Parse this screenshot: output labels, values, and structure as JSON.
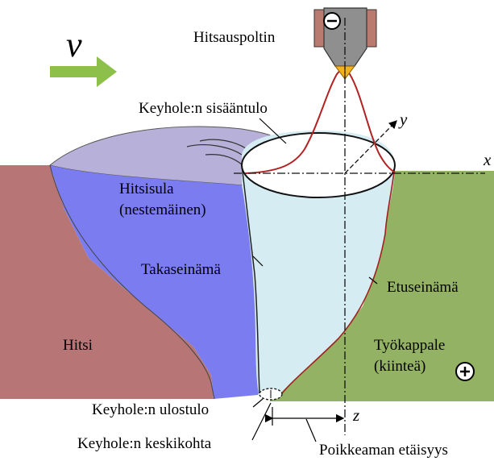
{
  "labels": {
    "torch": "Hitsauspoltin",
    "keyhole_entrance": "Keyhole:n sisääntulo",
    "weld_pool_line1": "Hitsisula",
    "weld_pool_line2": "(nestemäinen)",
    "rear_wall": "Takaseinämä",
    "front_wall": "Etuseinämä",
    "weld": "Hitsi",
    "workpiece_line1": "Työkappale",
    "workpiece_line2": "(kiinteä)",
    "keyhole_exit": "Keyhole:n ulostulo",
    "keyhole_center": "Keyhole:n keskikohta",
    "offset_distance": "Poikkeaman etäisyys"
  },
  "axes": {
    "x": "x",
    "y": "y",
    "z": "z"
  },
  "velocity": {
    "label": "v",
    "direction": "right"
  },
  "polarity": {
    "torch": "−",
    "workpiece": "+"
  },
  "colors": {
    "weld": "#b87575",
    "weld_pool": "#7a7cf0",
    "weld_pool_top": "#b7b0d8",
    "keyhole": "#d6ecf3",
    "workpiece": "#93b264",
    "arrow": "#8cc04a",
    "plasma": "#b22222",
    "torch_body": "#8f8f8f",
    "torch_side": "#b97b70"
  }
}
